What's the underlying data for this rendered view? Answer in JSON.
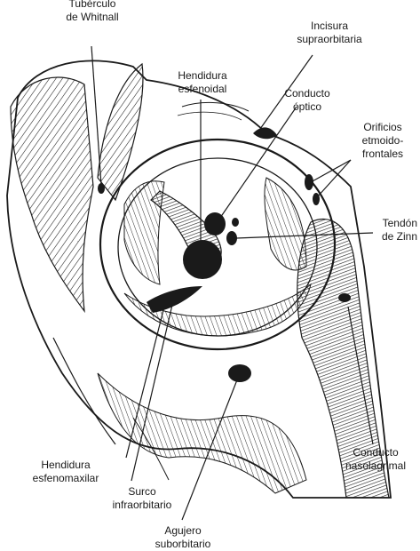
{
  "diagram": {
    "labels": {
      "whitnall": [
        "Tubérculo",
        "de Whitnall"
      ],
      "supraorbitaria": [
        "Incisura",
        "supraorbitaria"
      ],
      "esfenoidal": [
        "Hendidura",
        "esfenoidal"
      ],
      "optico": [
        "Conducto",
        "óptico"
      ],
      "etmoido": [
        "Orificios",
        "etmoido-",
        "frontales"
      ],
      "zinn": [
        "Tendón",
        "de Zinn"
      ],
      "esfenomaxilar": [
        "Hendidura",
        "esfenomaxilar"
      ],
      "infraorbitario": [
        "Surco",
        "infraorbitario"
      ],
      "suborbitario": [
        "Agujero",
        "suborbitario"
      ],
      "nasolagrimal": [
        "Conducto",
        "nasolagrimal"
      ]
    },
    "colors": {
      "ink": "#1a1a1a",
      "background": "#ffffff"
    }
  }
}
